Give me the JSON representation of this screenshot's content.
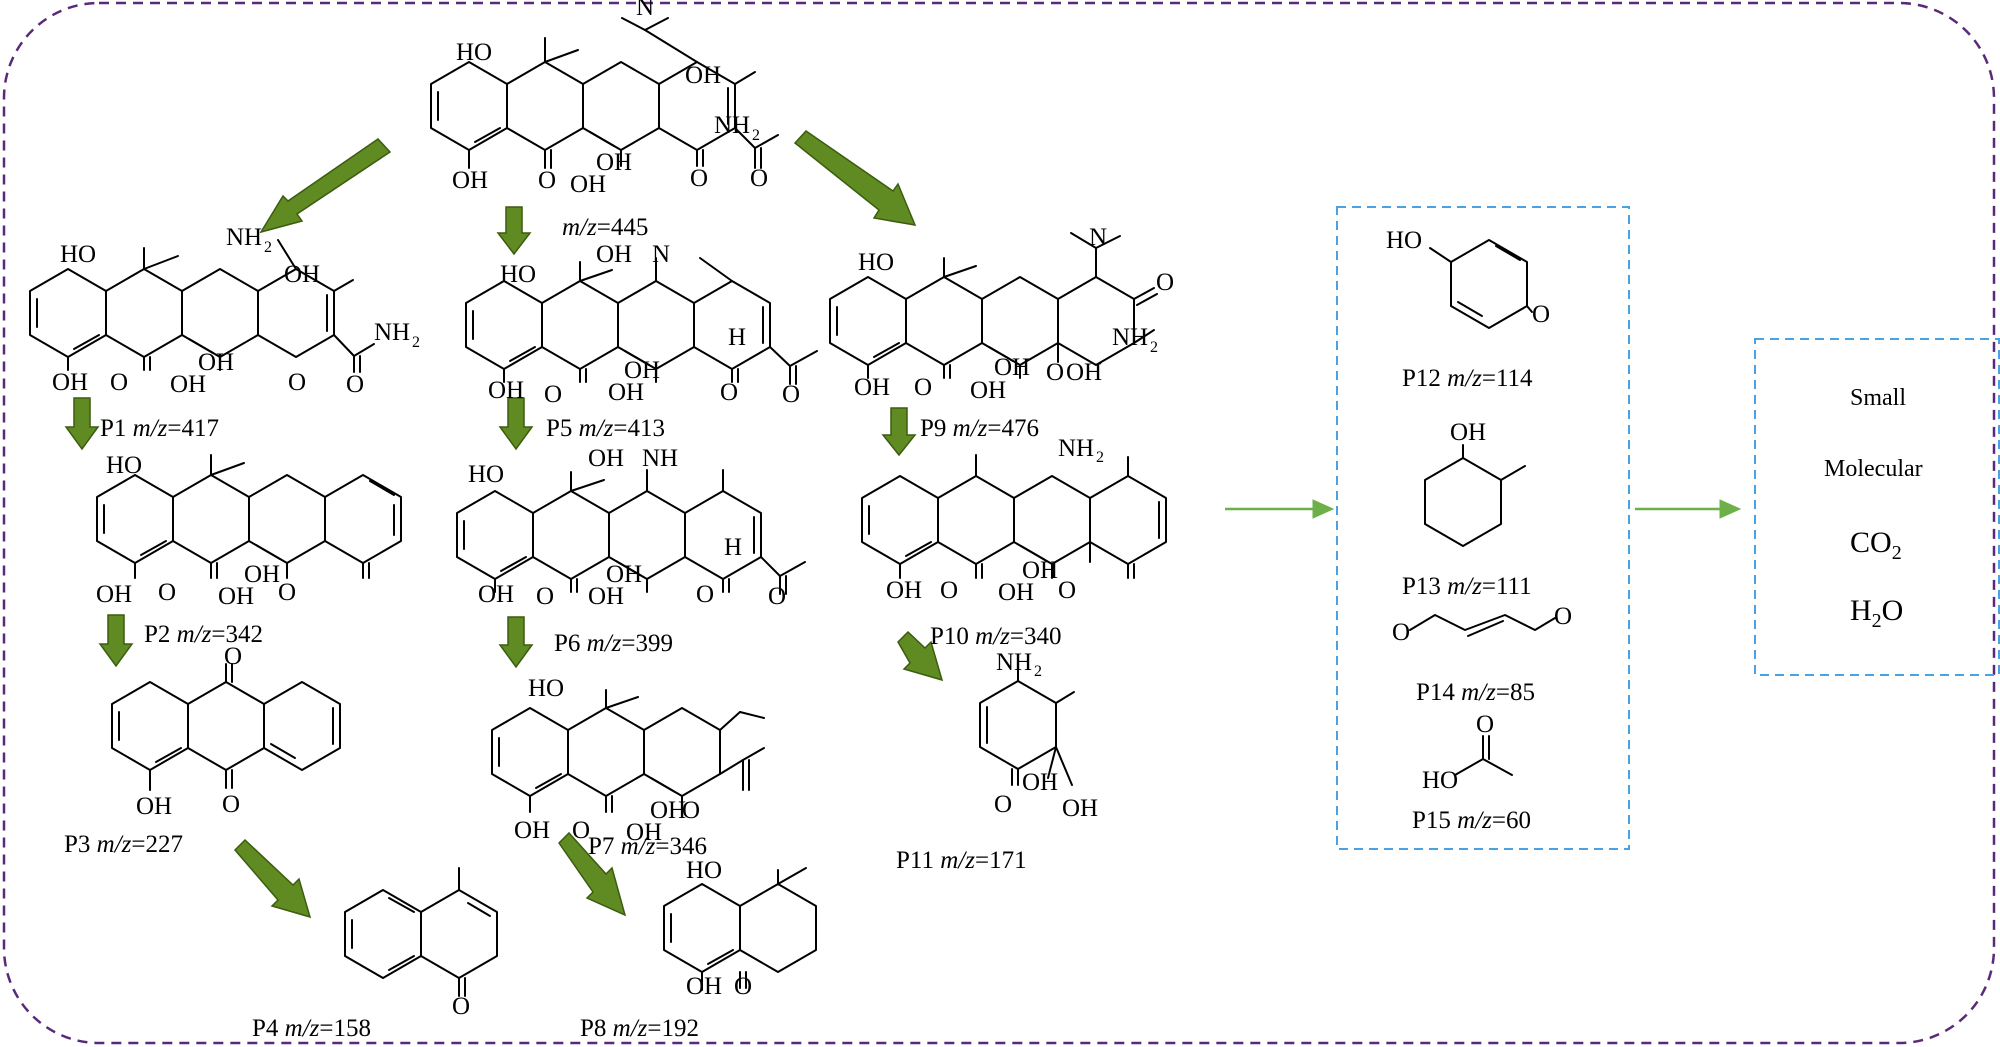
{
  "parent": {
    "label_prefix": "",
    "mz_symbol": "m/z",
    "mz_value": "=445"
  },
  "products": [
    {
      "id": "P1",
      "mz_value": "=417"
    },
    {
      "id": "P2",
      "mz_value": "=342"
    },
    {
      "id": "P3",
      "mz_value": "=227"
    },
    {
      "id": "P4",
      "mz_value": "=158"
    },
    {
      "id": "P5",
      "mz_value": "=413"
    },
    {
      "id": "P6",
      "mz_value": "=399"
    },
    {
      "id": "P7",
      "mz_value": "=346"
    },
    {
      "id": "P8",
      "mz_value": "=192"
    },
    {
      "id": "P9",
      "mz_value": "=476"
    },
    {
      "id": "P10",
      "mz_value": "=340"
    },
    {
      "id": "P11",
      "mz_value": "=171"
    },
    {
      "id": "P12",
      "mz_value": "=114"
    },
    {
      "id": "P13",
      "mz_value": "=111"
    },
    {
      "id": "P14",
      "mz_value": "=85"
    },
    {
      "id": "P15",
      "mz_value": "=60"
    }
  ],
  "mz_symbol": "m/z",
  "final_box": {
    "line1": "Small",
    "line2": "Molecular",
    "co2": "CO",
    "co2_sub": "2",
    "h2o_h": "H",
    "h2o_sub": "2",
    "h2o_o": "O"
  },
  "atoms": {
    "OH": "OH",
    "HO": "HO",
    "O": "O",
    "NH2": "NH",
    "NH2_sub": "2",
    "NH": "NH",
    "N": "N",
    "H": "H"
  },
  "colors": {
    "arrow_fill": "#5f8b22",
    "arrow_stroke": "#3c5c10",
    "thin_arrow": "#6db04a",
    "outer_border": "#5a2a7a",
    "box_border": "#4aa3e0"
  }
}
